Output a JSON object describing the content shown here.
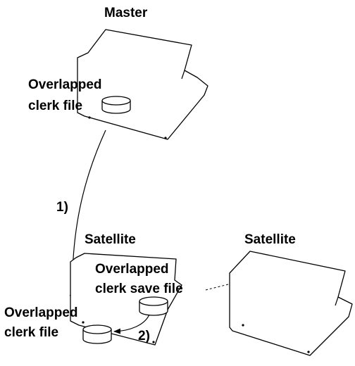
{
  "labels": {
    "master_title": "Master",
    "satellite_left_title": "Satellite",
    "satellite_right_title": "Satellite",
    "master_file_line1": "Overlapped",
    "master_file_line2": "clerk file",
    "save_file_line1": "Overlapped",
    "save_file_line2": "clerk save file",
    "sat_file_line1": "Overlapped",
    "sat_file_line2": "clerk file",
    "step1": "1)",
    "step2": "2)"
  },
  "icons": {
    "register": "cash-register-icon",
    "file": "database-cylinder-icon"
  }
}
